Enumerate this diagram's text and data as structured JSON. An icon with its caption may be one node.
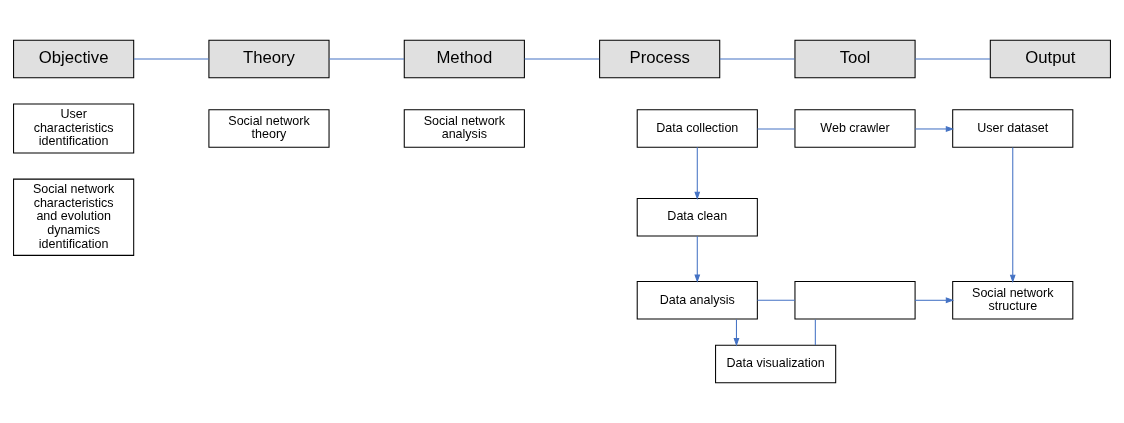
{
  "diagram": {
    "nodes": [
      {
        "text": [
          "Objective"
        ]
      },
      {
        "text": [
          "Theory"
        ]
      },
      {
        "text": [
          "Method"
        ]
      },
      {
        "text": [
          "Process"
        ]
      },
      {
        "text": [
          "Tool"
        ]
      },
      {
        "text": [
          "Output"
        ]
      },
      {
        "text": [
          "User characteristics identification"
        ]
      },
      {
        "text": [
          "Social network characteristics and evolution dynamics identification"
        ]
      },
      {
        "text": [
          "Social network theory"
        ]
      },
      {
        "text": [
          "Social network analysis"
        ]
      },
      {
        "text": [
          "Data collection"
        ]
      },
      {
        "text": [
          "Web crawler"
        ]
      },
      {
        "text": [
          "User dataset"
        ]
      },
      {
        "text": [
          "Data clean"
        ]
      },
      {
        "text": [
          "Data analysis"
        ]
      },
      {
        "text": [
          "Data visualization"
        ]
      },
      {
        "text": [],
        "shape": "box"
      },
      {
        "text": [
          "Social network structure"
        ]
      }
    ],
    "edges": [
      {
        "from": 0,
        "to": 1,
        "arrow": "none"
      },
      {
        "from": 1,
        "to": 2,
        "arrow": "none"
      },
      {
        "from": 2,
        "to": 3,
        "arrow": "none"
      },
      {
        "from": 3,
        "to": 4,
        "arrow": "none"
      },
      {
        "from": 4,
        "to": 5,
        "arrow": "none"
      },
      {
        "from": 10,
        "to": 11,
        "arrow": "none"
      },
      {
        "from": 11,
        "to": 12,
        "arrow": "to"
      },
      {
        "from": 10,
        "to": 13,
        "arrow": "to"
      },
      {
        "from": 13,
        "to": 14,
        "arrow": "to"
      },
      {
        "from": 14,
        "to": 15,
        "arrow": "to"
      },
      {
        "from": 14,
        "to": 16,
        "arrow": "none"
      },
      {
        "from": 15,
        "to": 16,
        "arrow": "none"
      },
      {
        "from": 16,
        "to": 17,
        "arrow": "to"
      },
      {
        "from": 12,
        "to": 17,
        "arrow": "to"
      }
    ]
  }
}
